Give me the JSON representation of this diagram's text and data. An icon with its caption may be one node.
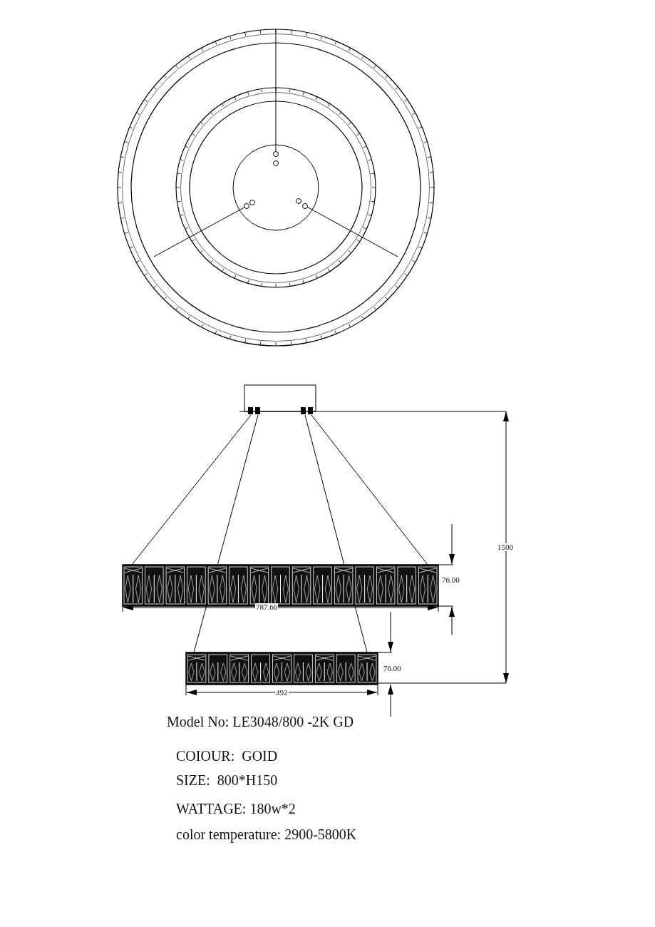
{
  "diagram": {
    "labels": [
      "1500",
      "76.00",
      "787.66",
      "76.00",
      "492",
      "Model No: LE3048/800 -2K GD",
      "COIOUR:  GOID",
      "SIZE:  800*H150",
      "WATTAGE: 180w*2",
      "color temperature: 2900-5800K"
    ]
  }
}
